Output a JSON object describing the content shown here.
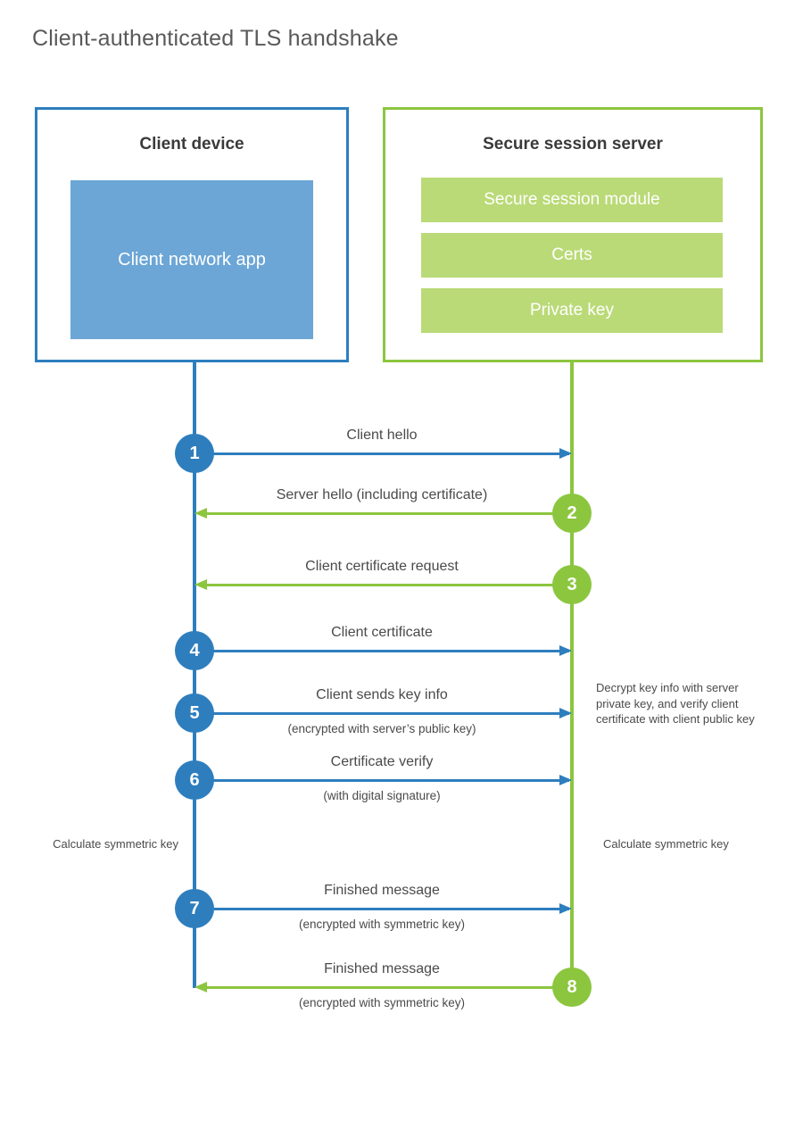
{
  "title": "Client-authenticated TLS handshake",
  "parties": {
    "client": {
      "title": "Client device",
      "app_label": "Client network app"
    },
    "server": {
      "title": "Secure session server",
      "components": [
        "Secure session module",
        "Certs",
        "Private key"
      ]
    }
  },
  "colors": {
    "client_blue": "#2e7ebe",
    "client_app_fill": "#6ba6d6",
    "server_green": "#8cc63f",
    "server_bar_fill": "#bada77",
    "text": "#4a4a4c",
    "title_text": "#59595b"
  },
  "messages": [
    {
      "number": "1",
      "label": "Client hello",
      "sub": "",
      "direction": "client-to-server",
      "color": "blue"
    },
    {
      "number": "2",
      "label": "Server hello (including certificate)",
      "sub": "",
      "direction": "server-to-client",
      "color": "green"
    },
    {
      "number": "3",
      "label": "Client certificate request",
      "sub": "",
      "direction": "server-to-client",
      "color": "green"
    },
    {
      "number": "4",
      "label": "Client certificate",
      "sub": "",
      "direction": "client-to-server",
      "color": "blue"
    },
    {
      "number": "5",
      "label": "Client sends key info",
      "sub": "(encrypted with server’s public key)",
      "direction": "client-to-server",
      "color": "blue"
    },
    {
      "number": "6",
      "label": "Certificate verify",
      "sub": "(with digital signature)",
      "direction": "client-to-server",
      "color": "blue"
    },
    {
      "number": "7",
      "label": "Finished message",
      "sub": "(encrypted with symmetric key)",
      "direction": "client-to-server",
      "color": "blue"
    },
    {
      "number": "8",
      "label": "Finished message",
      "sub": "(encrypted with symmetric key)",
      "direction": "server-to-client",
      "color": "green"
    }
  ],
  "notes": {
    "server_decrypt": "Decrypt key info with server private key, and verify client certificate with client public key",
    "client_calculate": "Calculate symmetric key",
    "server_calculate": "Calculate symmetric key"
  }
}
